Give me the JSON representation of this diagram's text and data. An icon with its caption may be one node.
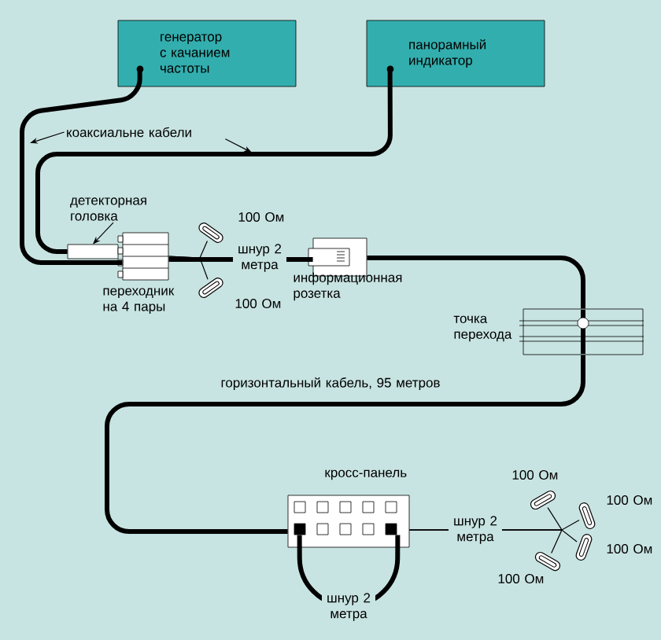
{
  "diagram": {
    "nodes": [
      {
        "text": [
          "генератор с качанием частоты"
        ]
      },
      {
        "text": [
          "панорамный индикатор"
        ]
      },
      {
        "text": [],
        "shape": "box"
      },
      {
        "text": [],
        "shape": "box",
        "beside": [
          "переходник на 4 пары"
        ]
      },
      {
        "text": [],
        "shape": "box",
        "beside": [
          "100 Ом"
        ]
      },
      {
        "text": [],
        "shape": "box",
        "beside": [
          "100 Ом"
        ]
      },
      {
        "text": [],
        "shape": "box",
        "beside": [
          "информационная розетка"
        ]
      },
      {
        "text": [],
        "shape": "box",
        "beside": [
          "точка перехода"
        ]
      },
      {
        "text": [],
        "shape": "box",
        "beside": [
          "кросс-панель"
        ]
      },
      {
        "text": [],
        "shape": "box",
        "beside": [
          "100 Ом"
        ]
      },
      {
        "text": [],
        "shape": "box",
        "beside": [
          "100 Ом"
        ]
      },
      {
        "text": [],
        "shape": "box",
        "beside": [
          "100 Ом"
        ]
      },
      {
        "text": [],
        "shape": "box",
        "beside": [
          "100 Ом"
        ]
      },
      {
        "text": [
          "коаксиальне кабели"
        ]
      },
      {
        "text": [
          "детекторная головка"
        ]
      }
    ],
    "edges": [
      {
        "from": 0,
        "to": 3,
        "arrow": "none",
        "style": "thick"
      },
      {
        "from": 1,
        "to": 2,
        "arrow": "none",
        "style": "thick"
      },
      {
        "from": 3,
        "to": 4,
        "arrow": "none"
      },
      {
        "from": 3,
        "to": 5,
        "arrow": "none"
      },
      {
        "from": 3,
        "to": 6,
        "arrow": "none",
        "label": "шнур 2 метра",
        "style": "thick"
      },
      {
        "from": 6,
        "to": 7,
        "arrow": "none",
        "style": "thick"
      },
      {
        "from": 7,
        "to": 8,
        "arrow": "none",
        "label": "горизонтальный кабель, 95 метров",
        "style": "thick"
      },
      {
        "from": 8,
        "to": 8,
        "arrow": "none",
        "label": "шнур 2 метра",
        "style": "thick"
      },
      {
        "from": 8,
        "to": 9,
        "arrow": "none",
        "label": "шнур 2 метра"
      },
      {
        "from": 8,
        "to": 10,
        "arrow": "none"
      },
      {
        "from": 8,
        "to": 11,
        "arrow": "none"
      },
      {
        "from": 8,
        "to": 12,
        "arrow": "none"
      },
      {
        "from": 13,
        "to": null,
        "arrow": "to"
      },
      {
        "from": 13,
        "to": null,
        "arrow": "to"
      },
      {
        "from": 14,
        "to": 2,
        "arrow": "to"
      }
    ]
  }
}
